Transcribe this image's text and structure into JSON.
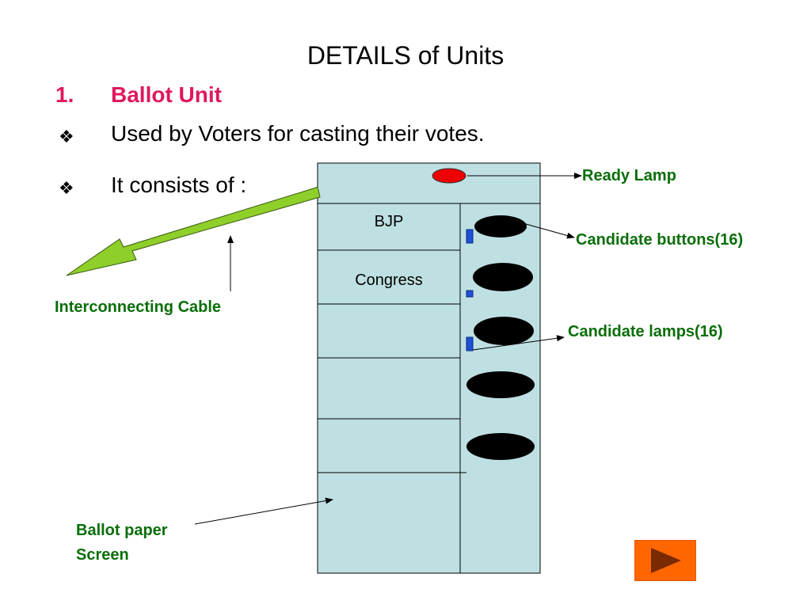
{
  "title": "DETAILS of Units",
  "heading": {
    "number": "1.",
    "text": "Ballot Unit"
  },
  "bullets": [
    {
      "icon": "❖",
      "text": "Used by Voters for casting their votes."
    },
    {
      "icon": "❖",
      "text": "It consists of :"
    }
  ],
  "labels": {
    "ready_lamp": "Ready Lamp",
    "candidate_buttons": "Candidate buttons(16)",
    "candidate_lamps": "Candidate lamps(16)",
    "interconnecting_cable": "Interconnecting Cable",
    "ballot_paper_screen_line1": "Ballot paper",
    "ballot_paper_screen_line2": "Screen"
  },
  "ballot_rows": [
    "BJP",
    "Congress",
    "",
    "",
    ""
  ],
  "colors": {
    "unit_fill": "#bfe0e3",
    "ready_lamp": "#ee0000",
    "candidate_button": "#000000",
    "candidate_lamp": "#1f4fd6",
    "cable": "#8ecf2a",
    "label_green": "#0a6e0a",
    "heading_pink": "#e0185c",
    "next_button": "#ff6600"
  },
  "next_button": {
    "icon": "play-triangle-icon"
  }
}
